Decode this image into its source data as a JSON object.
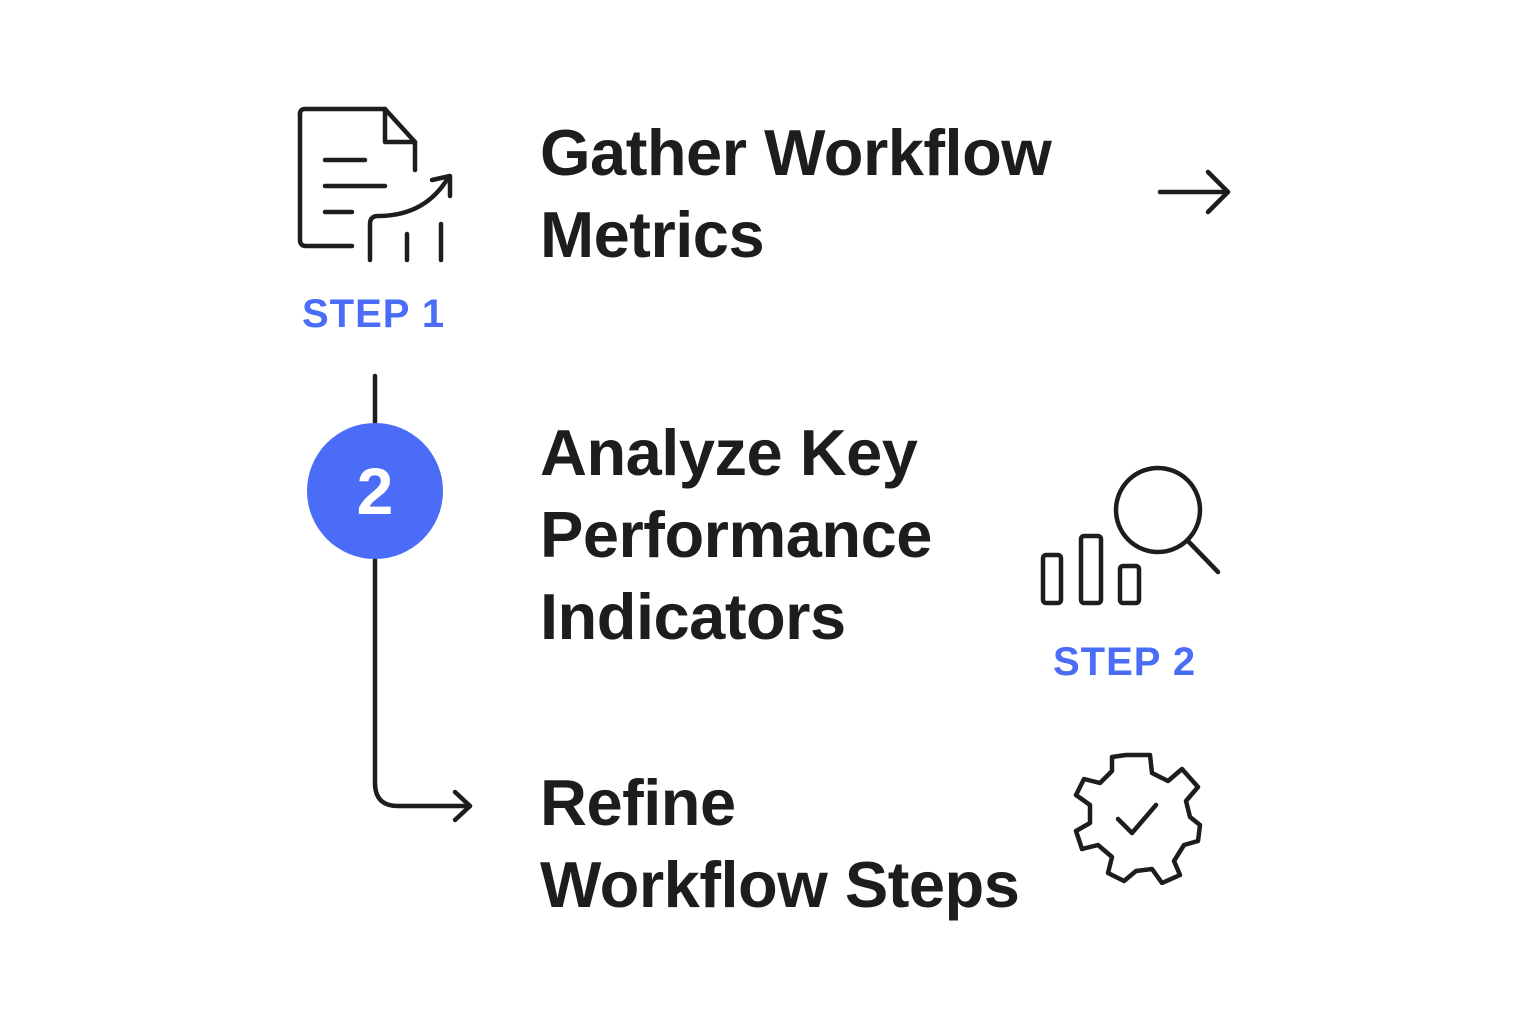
{
  "accent_color": "#4a6cf7",
  "text_color": "#1d1d1d",
  "steps": [
    {
      "label": "STEP 1",
      "title_lines": [
        "Gather Workflow",
        "Metrics"
      ],
      "icon": "document-growth-chart-icon"
    },
    {
      "label": "STEP 2",
      "badge": "2",
      "title_lines": [
        "Analyze Key",
        "Performance",
        "Indicators"
      ],
      "icon": "bar-chart-magnifier-icon"
    },
    {
      "title_lines": [
        "Refine",
        "Workflow Steps"
      ],
      "icon": "gear-check-icon"
    }
  ],
  "connectors": [
    "arrow-right-icon",
    "timeline-connector"
  ]
}
